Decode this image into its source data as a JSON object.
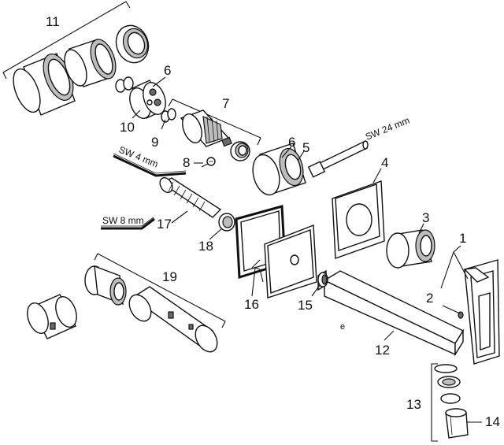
{
  "callouts": [
    "1",
    "2",
    "3",
    "4",
    "5",
    "6",
    "6",
    "7",
    "8",
    "9",
    "10",
    "11",
    "12",
    "13",
    "14",
    "15",
    "16",
    "17",
    "18",
    "19"
  ],
  "tool_labels": {
    "sw24": "SW 24 mm",
    "sw4": "SW 4 mm",
    "sw8": "SW 8 mm"
  },
  "spout_mark": "e"
}
